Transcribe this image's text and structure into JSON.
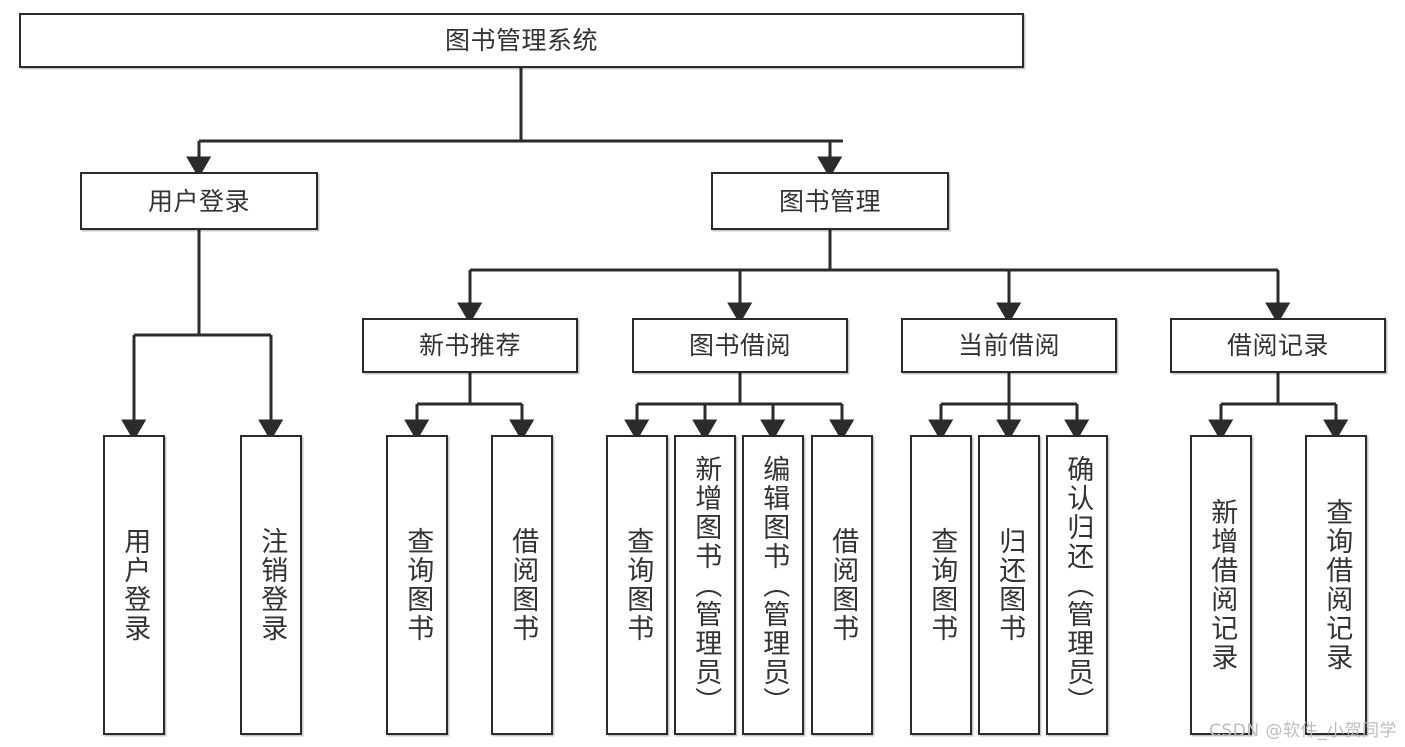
{
  "diagram": {
    "type": "tree",
    "title": "图书管理系统",
    "watermark": "CSDN @软件_小贺同学",
    "colors": {
      "box_border": "#2b2b2b",
      "box_fill": "#ffffff",
      "connector": "#2b2b2b",
      "text": "#333333",
      "watermark": "#bdbdbd"
    },
    "root": {
      "label": "图书管理系统"
    },
    "level1": [
      {
        "label": "用户登录"
      },
      {
        "label": "图书管理"
      }
    ],
    "level2": [
      {
        "label": "新书推荐"
      },
      {
        "label": "图书借阅"
      },
      {
        "label": "当前借阅"
      },
      {
        "label": "借阅记录"
      }
    ],
    "leaves": {
      "user_login": [
        {
          "label": "用户登录"
        },
        {
          "label": "注销登录"
        }
      ],
      "new_book": [
        {
          "label": "查询图书"
        },
        {
          "label": "借阅图书"
        }
      ],
      "book_borrow": [
        {
          "label": "查询图书"
        },
        {
          "label": "新增图书（管理员）"
        },
        {
          "label": "编辑图书（管理员）"
        },
        {
          "label": "借阅图书"
        }
      ],
      "current_borrow": [
        {
          "label": "查询图书"
        },
        {
          "label": "归还图书"
        },
        {
          "label": "确认归还（管理员）"
        }
      ],
      "borrow_record": [
        {
          "label": "新增借阅记录"
        },
        {
          "label": "查询借阅记录"
        }
      ]
    }
  }
}
